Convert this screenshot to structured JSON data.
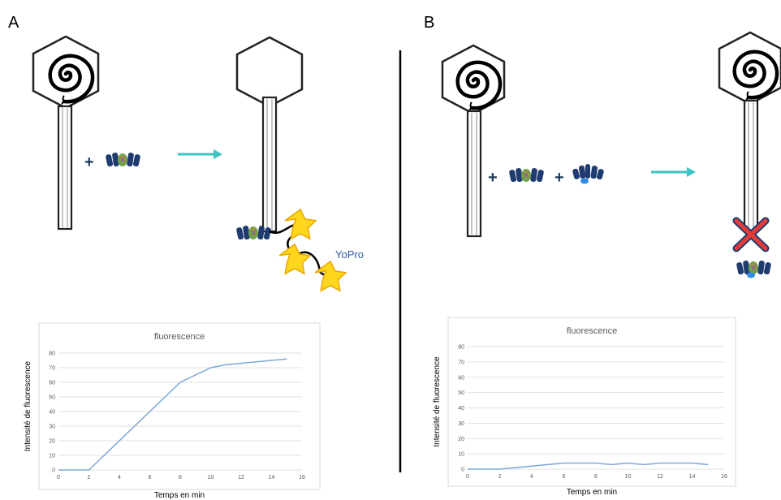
{
  "panels": {
    "A": {
      "label": "A",
      "plus": "+",
      "yopro_label": "YoPro"
    },
    "B": {
      "label": "B",
      "plus1": "+",
      "plus2": "+"
    }
  },
  "colors": {
    "arrow": "#3cc3c3",
    "line": "#7da7d9",
    "protein": "#1f3b6f",
    "star": "#ffd61e",
    "cross": "#e23a3a"
  },
  "icons": [
    "lollipop-probe-icon",
    "protein-complex-icon",
    "inhibitor-icon",
    "star-icon",
    "cross-icon",
    "arrow-icon"
  ],
  "chart_data": [
    {
      "type": "line",
      "title": "fluorescence",
      "xlabel": "Temps en min",
      "ylabel": "Intensité de fluorescence",
      "xlim": [
        0,
        16
      ],
      "ylim": [
        0,
        80
      ],
      "xticks": [
        0,
        2,
        4,
        6,
        8,
        10,
        12,
        14,
        16
      ],
      "yticks": [
        0,
        10,
        20,
        30,
        40,
        50,
        60,
        70,
        80
      ],
      "grid": true,
      "series": [
        {
          "x": [
            0,
            2,
            8,
            10,
            11,
            13,
            15
          ],
          "y": [
            0,
            0,
            60,
            70,
            72,
            74,
            76
          ]
        }
      ]
    },
    {
      "type": "line",
      "title": "fluorescence",
      "xlabel": "Temps en min",
      "ylabel": "Intensité de fluorescence",
      "xlim": [
        0,
        16
      ],
      "ylim": [
        0,
        80
      ],
      "xticks": [
        0,
        2,
        4,
        6,
        8,
        10,
        12,
        14,
        16
      ],
      "yticks": [
        0,
        10,
        20,
        30,
        40,
        50,
        60,
        70,
        80
      ],
      "grid": true,
      "series": [
        {
          "x": [
            0,
            2,
            4,
            6,
            8,
            9,
            10,
            11,
            12,
            13,
            14,
            15
          ],
          "y": [
            0,
            0,
            2,
            4,
            4,
            3,
            4,
            3,
            4,
            4,
            4,
            3
          ]
        }
      ]
    }
  ]
}
